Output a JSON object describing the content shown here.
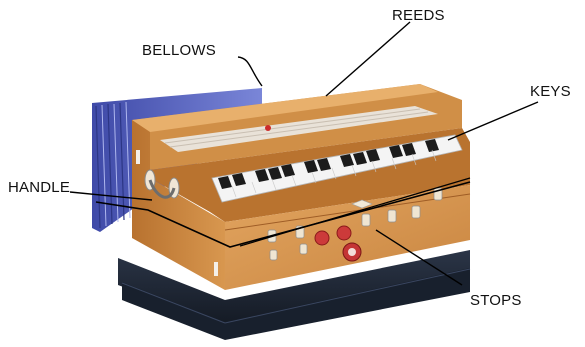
{
  "labels": {
    "bellows": "BELLOWS",
    "reeds": "REEDS",
    "keys": "KEYS",
    "handle": "HANDLE",
    "stops": "STOPS"
  },
  "colors": {
    "wood_light": "#e4a862",
    "wood_mid": "#cf8b44",
    "wood_dark": "#a9652b",
    "base_dark": "#1f2836",
    "bellows_blue": "#5b67c4",
    "key_white": "#f4f4f4",
    "key_black": "#1b1b1b",
    "leader_line": "#000000"
  }
}
